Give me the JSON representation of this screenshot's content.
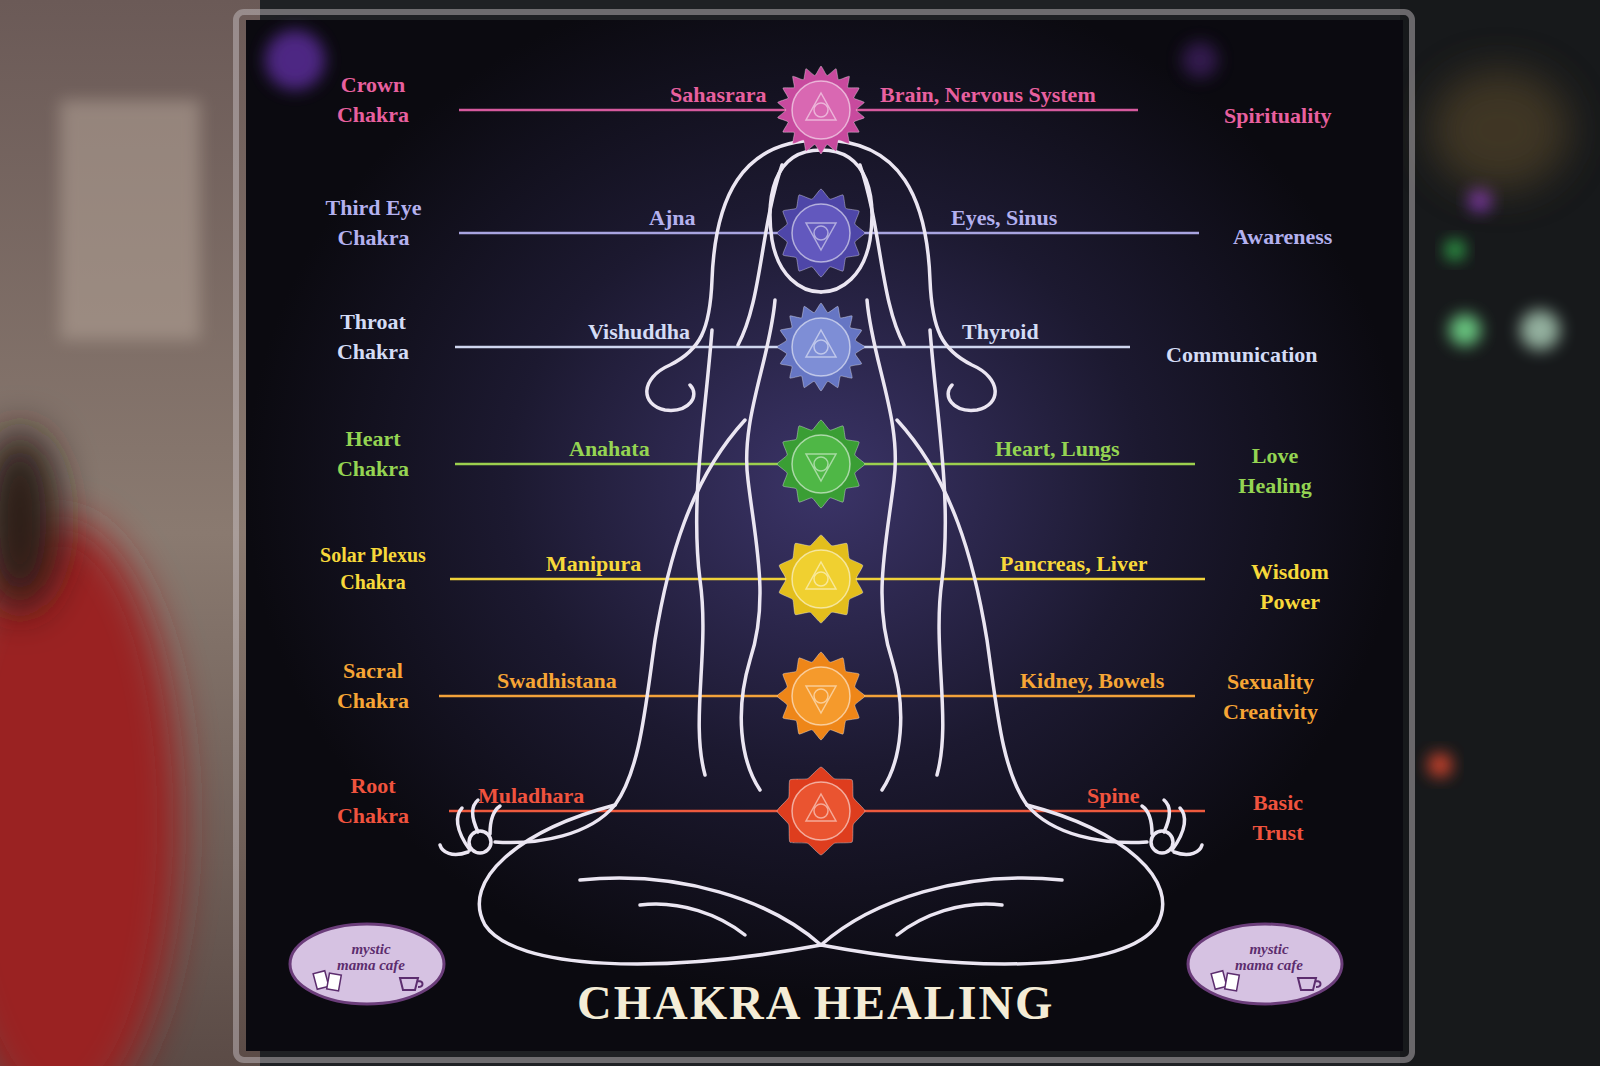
{
  "diagram": {
    "title": "CHAKRA HEALING",
    "labels": [
      "Crown Chakra",
      "Sahasrara",
      "Brain, Nervous System",
      "Spirituality",
      "Third Eye Chakra",
      "Ajna",
      "Eyes, Sinus",
      "Awareness",
      "Throat Chakra",
      "Vishuddha",
      "Thyroid",
      "Communication",
      "Heart Chakra",
      "Anahata",
      "Heart, Lungs",
      "Love Healing",
      "Solar Plexus Chakra",
      "Manipura",
      "Pancreas, Liver",
      "Wisdom Power",
      "Sacral Chakra",
      "Swadhistana",
      "Kidney, Bowels",
      "Sexuality Creativity",
      "Root Chakra",
      "Muladhara",
      "Spine",
      "Basic Trust",
      "mystic mama cafe",
      "mystic mama cafe"
    ]
  }
}
